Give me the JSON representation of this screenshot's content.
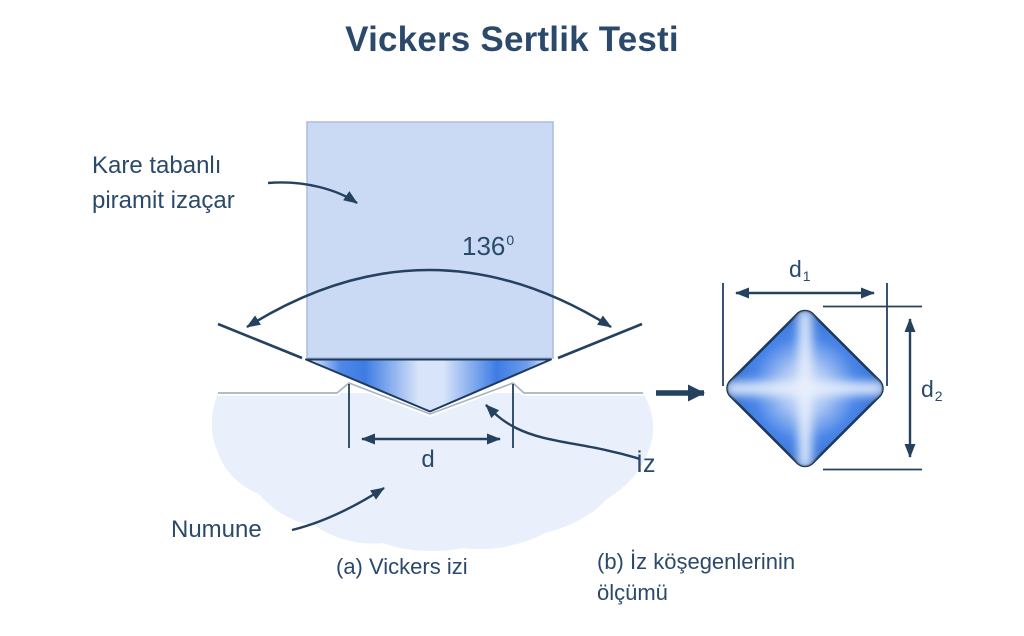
{
  "title": "Vickers Sertlik Testi",
  "diagram_a": {
    "caption": "(a) Vickers izi",
    "labels": {
      "indenter_line1": "Kare tabanlı",
      "indenter_line2": "piramit izaçar",
      "angle_value": "136",
      "angle_sup": "0",
      "diagonal": "d",
      "indentation": "İz",
      "sample": "Numune"
    }
  },
  "diagram_b": {
    "caption_line1": "(b) İz köşegenlerinin",
    "caption_line2": "ölçümü",
    "labels": {
      "diagonal1_base": "d",
      "diagonal1_sub": "1",
      "diagonal2_base": "d",
      "diagonal2_sub": "2"
    }
  },
  "colors": {
    "text": "#2b4a6b",
    "line": "#24415f",
    "indenter_fill": "#cadaf5",
    "indenter_border": "#a9bce4",
    "sample_fill": "#e9effb",
    "surface_line": "#a7b3c6",
    "indentation_blue": "#3d7ce4",
    "diamond_edge": "#3b76dd",
    "diamond_center": "#dbe6fa"
  }
}
